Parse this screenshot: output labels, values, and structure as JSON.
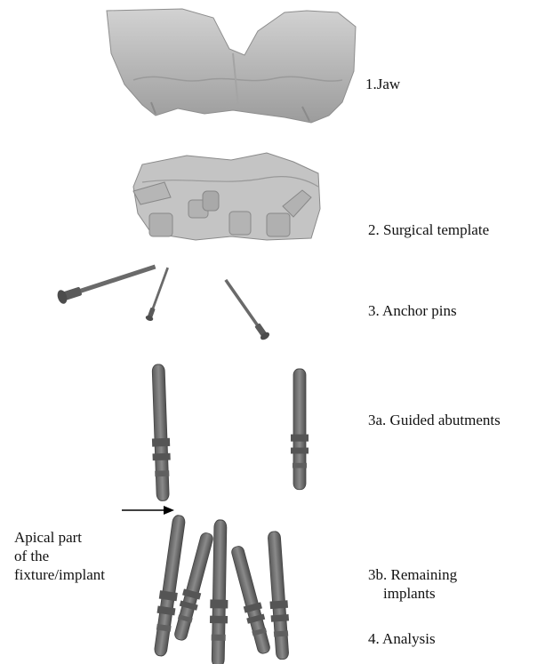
{
  "labels": {
    "jaw": "1.Jaw",
    "surgical_template": "2. Surgical template",
    "anchor_pins": "3. Anchor pins",
    "guided_abutments": "3a. Guided abutments",
    "remaining_implants_line1": "3b. Remaining",
    "remaining_implants_line2": "implants",
    "analysis": "4. Analysis",
    "apical_line1": "Apical part",
    "apical_line2": "of the",
    "apical_line3": "fixture/implant"
  },
  "colors": {
    "bone": "#b9b9b9",
    "template": "#c4c4c4",
    "implant": "#6f6f6f",
    "implant_dark": "#4a4a4a",
    "arrow": "#000000"
  }
}
